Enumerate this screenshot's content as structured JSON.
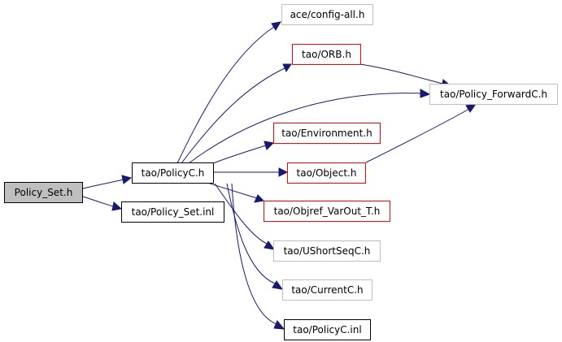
{
  "diagram": {
    "nodes": [
      {
        "id": "policy_set_h",
        "label": "Policy_Set.h",
        "style": "current",
        "fill": "#bfbfbf",
        "border": "#000000"
      },
      {
        "id": "policyc_h",
        "label": "tao/PolicyC.h",
        "style": "documented",
        "fill": "#ffffff",
        "border": "#000000"
      },
      {
        "id": "policy_set_inl",
        "label": "tao/Policy_Set.inl",
        "style": "documented",
        "fill": "#ffffff",
        "border": "#000000"
      },
      {
        "id": "config_all_h",
        "label": "ace/config-all.h",
        "style": "external",
        "fill": "#ffffff",
        "border": "#bfbfbf"
      },
      {
        "id": "orb_h",
        "label": "tao/ORB.h",
        "style": "truncated",
        "fill": "#ffffff",
        "border": "#ff0000"
      },
      {
        "id": "policy_forwardc_h",
        "label": "tao/Policy_ForwardC.h",
        "style": "external",
        "fill": "#ffffff",
        "border": "#bfbfbf"
      },
      {
        "id": "environment_h",
        "label": "tao/Environment.h",
        "style": "truncated",
        "fill": "#ffffff",
        "border": "#ff0000"
      },
      {
        "id": "object_h",
        "label": "tao/Object.h",
        "style": "truncated",
        "fill": "#ffffff",
        "border": "#ff0000"
      },
      {
        "id": "objref_varout_t_h",
        "label": "tao/Objref_VarOut_T.h",
        "style": "truncated",
        "fill": "#ffffff",
        "border": "#ff0000"
      },
      {
        "id": "ushortseqc_h",
        "label": "tao/UShortSeqC.h",
        "style": "external",
        "fill": "#ffffff",
        "border": "#bfbfbf"
      },
      {
        "id": "currentc_h",
        "label": "tao/CurrentC.h",
        "style": "external",
        "fill": "#ffffff",
        "border": "#bfbfbf"
      },
      {
        "id": "policyc_inl",
        "label": "tao/PolicyC.inl",
        "style": "documented",
        "fill": "#ffffff",
        "border": "#000000"
      }
    ],
    "edges": [
      {
        "from": "policy_set_h",
        "to": "policyc_h"
      },
      {
        "from": "policy_set_h",
        "to": "policy_set_inl"
      },
      {
        "from": "policyc_h",
        "to": "config_all_h"
      },
      {
        "from": "policyc_h",
        "to": "orb_h"
      },
      {
        "from": "policyc_h",
        "to": "policy_forwardc_h"
      },
      {
        "from": "policyc_h",
        "to": "environment_h"
      },
      {
        "from": "policyc_h",
        "to": "object_h"
      },
      {
        "from": "policyc_h",
        "to": "objref_varout_t_h"
      },
      {
        "from": "policyc_h",
        "to": "ushortseqc_h"
      },
      {
        "from": "policyc_h",
        "to": "currentc_h"
      },
      {
        "from": "policyc_h",
        "to": "policyc_inl"
      },
      {
        "from": "orb_h",
        "to": "policy_forwardc_h"
      },
      {
        "from": "object_h",
        "to": "policy_forwardc_h"
      }
    ],
    "edge_color": "#191970"
  }
}
